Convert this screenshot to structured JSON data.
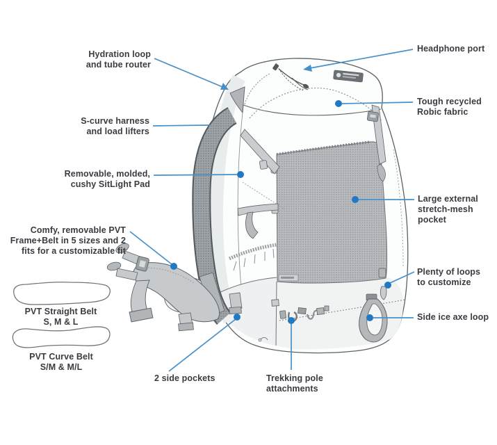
{
  "diagram": {
    "type": "product-feature-callout-diagram",
    "subject": "ultralight backpack with detached hip belts"
  },
  "colors": {
    "leader_line": "#4690ca",
    "callout_dot": "#2278c2",
    "label_text": "#383c41",
    "artwork_outline": "#5b6066",
    "mesh_gray": "#b7bbbe",
    "background": "#ffffff"
  },
  "annotations": {
    "hydration_loop": {
      "lines": [
        "Hydration loop",
        "and tube router"
      ]
    },
    "headphone_port": {
      "label": "Headphone port"
    },
    "harness": {
      "lines": [
        "S-curve harness",
        "and load lifters"
      ]
    },
    "robic_fabric": {
      "lines": [
        "Tough recycled",
        "Robic fabric"
      ]
    },
    "sitlight_pad": {
      "lines": [
        "Removable, molded,",
        "cushy SitLight Pad"
      ]
    },
    "mesh_pocket": {
      "lines": [
        "Large external",
        "stretch-mesh",
        "pocket"
      ]
    },
    "pvt_frame_belt": {
      "lines": [
        "Comfy, removable PVT",
        "Frame+Belt in 5 sizes and 2",
        "fits for a customizable fit"
      ]
    },
    "loops": {
      "lines": [
        "Plenty of loops",
        "to customize"
      ]
    },
    "straight_belt": {
      "lines": [
        "PVT Straight Belt",
        "S, M & L"
      ]
    },
    "ice_axe_loop": {
      "label": "Side ice axe loop"
    },
    "curve_belt": {
      "lines": [
        "PVT Curve Belt",
        "S/M & M/L"
      ]
    },
    "side_pockets": {
      "label": "2 side pockets"
    },
    "trekking_pole": {
      "lines": [
        "Trekking pole",
        "attachments"
      ]
    }
  }
}
